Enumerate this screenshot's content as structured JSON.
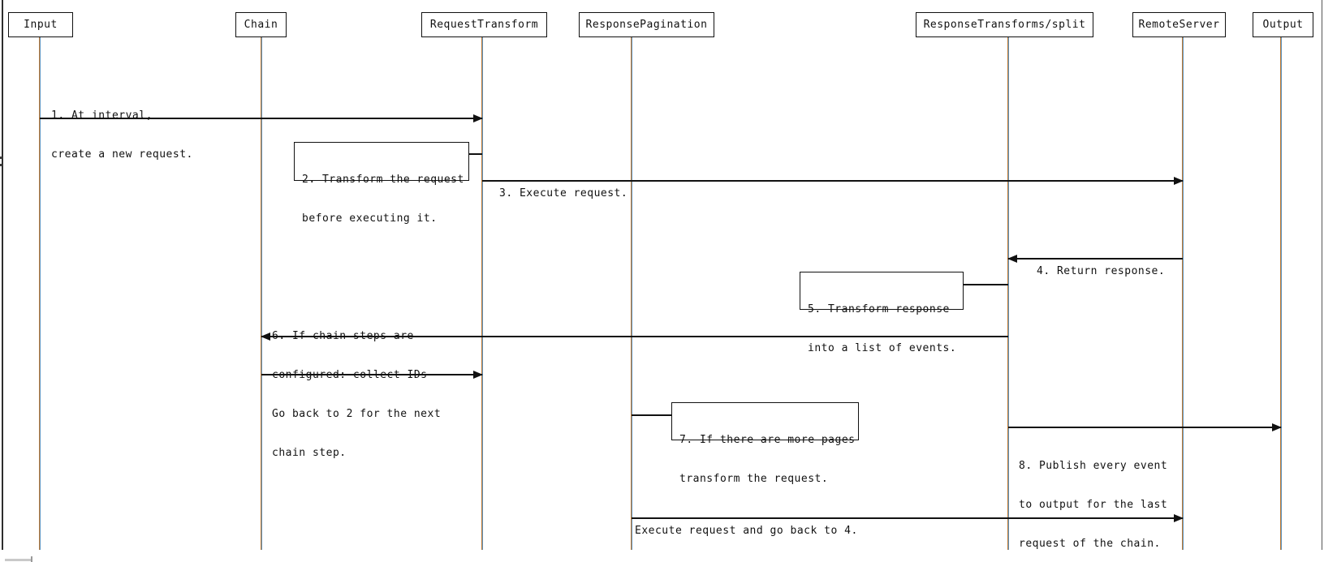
{
  "actors": [
    {
      "label": "Input"
    },
    {
      "label": "Chain"
    },
    {
      "label": "RequestTransform"
    },
    {
      "label": "ResponsePagination"
    },
    {
      "label": "ResponseTransforms/split"
    },
    {
      "label": "RemoteServer"
    },
    {
      "label": "Output"
    }
  ],
  "messages": [
    {
      "lines": [
        "1. At interval,",
        "create a new request."
      ],
      "from": "Input",
      "to": "RequestTransform",
      "direction": "right"
    },
    {
      "lines": [
        "3. Execute request."
      ],
      "from": "RequestTransform",
      "to": "RemoteServer",
      "direction": "right"
    },
    {
      "lines": [
        "4. Return response."
      ],
      "from": "RemoteServer",
      "to": "ResponseTransforms/split",
      "direction": "left"
    },
    {
      "lines": [
        "6. If chain steps are",
        "configured: collect IDs"
      ],
      "from": "ResponseTransforms/split",
      "to": "Chain",
      "direction": "left"
    },
    {
      "lines": [
        "Go back to 2 for the next",
        "chain step."
      ],
      "from": "Chain",
      "to": "RequestTransform",
      "direction": "right"
    },
    {
      "lines": [
        "8. Publish every event",
        "to output for the last",
        "request of the chain."
      ],
      "from": "ResponseTransforms/split",
      "to": "Output",
      "direction": "right"
    },
    {
      "lines": [
        "Execute request and go back to 4."
      ],
      "from": "ResponsePagination",
      "to": "RemoteServer",
      "direction": "right"
    }
  ],
  "notes": [
    {
      "lines": [
        "2. Transform the request",
        "before executing it."
      ],
      "attached_to": "RequestTransform"
    },
    {
      "lines": [
        "5. Transform response",
        "into a list of events."
      ],
      "attached_to": "ResponseTransforms/split"
    },
    {
      "lines": [
        "7. If there are more pages",
        "transform the request."
      ],
      "attached_to": "ResponsePagination"
    }
  ],
  "colors": {
    "background": "#ffffff",
    "text": "#111111",
    "arrow": "#111111",
    "lifeline_orange": "#bf7a35",
    "lifeline_blue": "#5e93bd"
  }
}
